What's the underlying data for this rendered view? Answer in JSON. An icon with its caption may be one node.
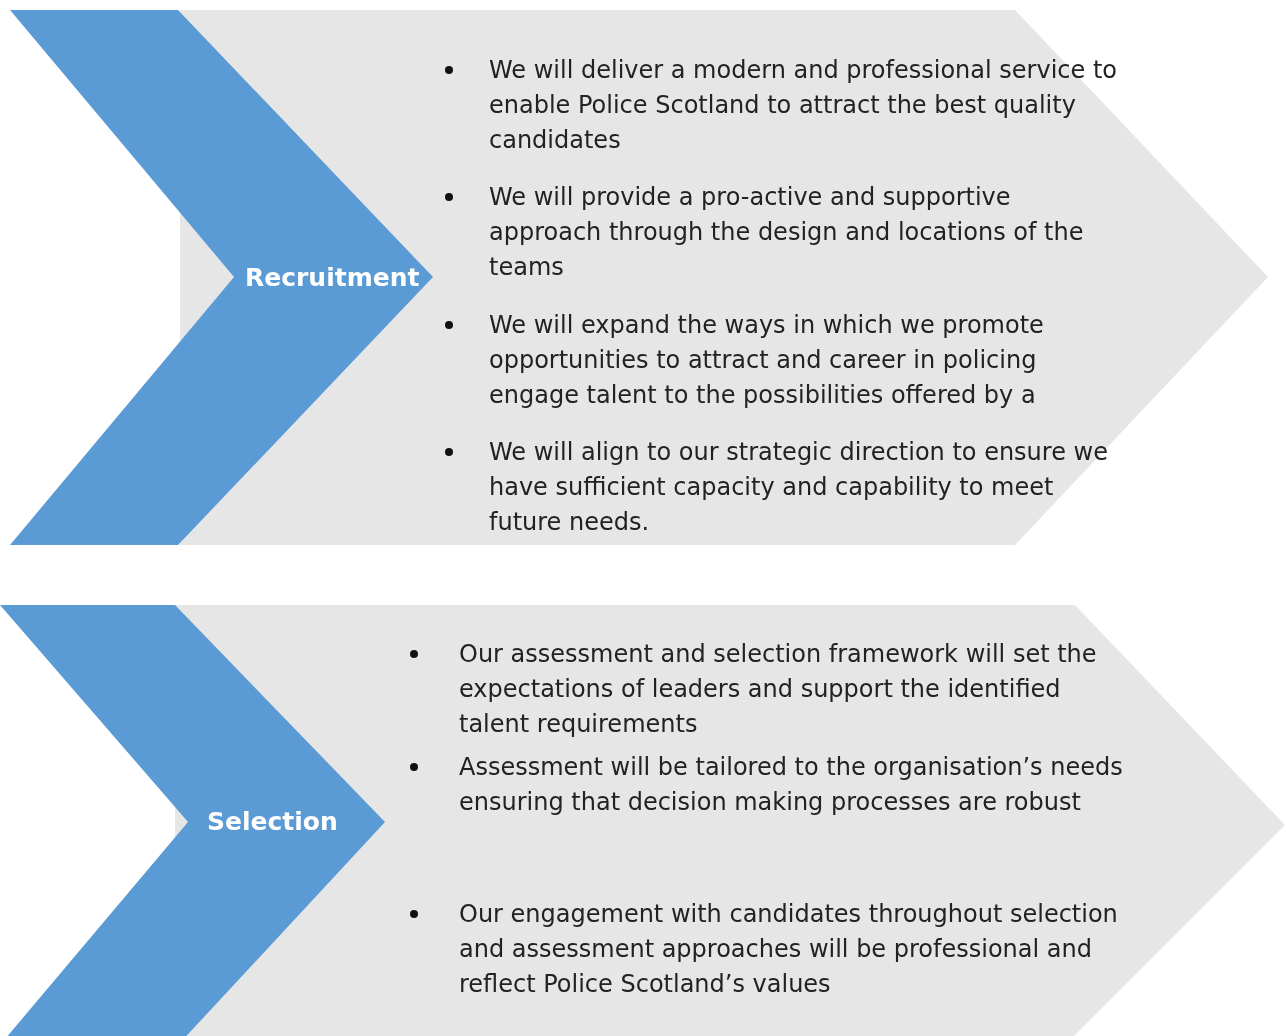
{
  "diagram": {
    "nodes": [
      {
        "text": [
          "Recruitment"
        ]
      },
      {
        "text": [
          "We will deliver a modern and professional service to enable Police Scotland to attract the best quality candidates",
          "We will provide a pro-active and supportive approach through the design and locations of the teams",
          "We will expand the ways in which we promote opportunities to attract and career in policing engage talent to the possibilities offered by a",
          "We will align to our strategic direction to ensure we have sufficient capacity and capability to meet future needs."
        ]
      },
      {
        "text": [
          "Selection"
        ]
      },
      {
        "text": [
          "Our assessment and selection framework will set the expectations of leaders and support the identified talent requirements",
          "Assessment will be tailored to the organisation’s needs ensuring that decision making processes are robust",
          "Our engagement with candidates throughout selection and assessment approaches will be professional and  reflect Police Scotland’s values"
        ]
      }
    ],
    "edges": []
  }
}
